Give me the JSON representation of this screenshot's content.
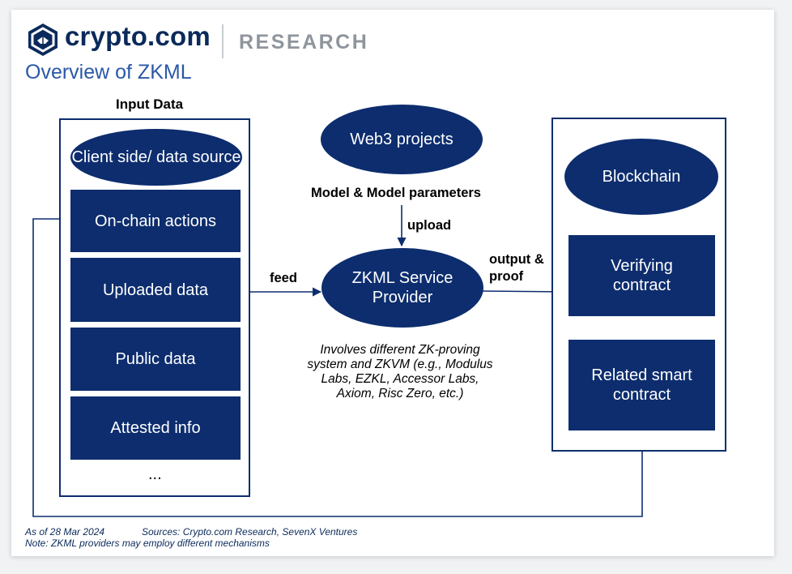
{
  "header": {
    "brand": "crypto.com",
    "section": "RESEARCH",
    "title": "Overview of ZKML"
  },
  "diagram": {
    "input_heading": "Input Data",
    "client_source": "Client side/ data source",
    "input_items": [
      {
        "label": "On-chain actions"
      },
      {
        "label": "Uploaded data"
      },
      {
        "label": "Public data"
      },
      {
        "label": "Attested info"
      }
    ],
    "ellipsis": "...",
    "web3": "Web3 projects",
    "model_label": "Model & Model parameters",
    "upload_label": "upload",
    "feed_label": "feed",
    "provider": "ZKML Service Provider",
    "provider_note": "Involves different ZK-proving system and ZKVM (e.g., Modulus Labs, EZKL, Accessor Labs, Axiom, Risc Zero, etc.)",
    "output_label": "output & proof",
    "blockchain": "Blockchain",
    "verifying": "Verifying contract",
    "related": "Related smart contract"
  },
  "footer": {
    "date": "As of 28 Mar 2024",
    "sources": "Sources: Crypto.com Research, SevenX Ventures",
    "note": "Note: ZKML providers may employ different mechanisms"
  },
  "colors": {
    "navy": "#0d2d6e",
    "brand": "#0b2a5b",
    "title_blue": "#2a58a8",
    "research_gray": "#8f959d"
  }
}
